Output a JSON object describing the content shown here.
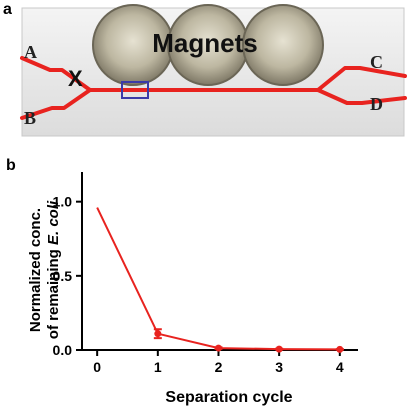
{
  "panel_a": {
    "label": "a",
    "magnets_label": "Magnets",
    "port_labels": {
      "A": "A",
      "B": "B",
      "C": "C",
      "D": "D",
      "X": "X"
    },
    "channel_color": "#e8231f",
    "roi_box_color": "#3a3aa8"
  },
  "panel_b": {
    "label": "b"
  },
  "chart_data": {
    "type": "line",
    "x": [
      0,
      1,
      2,
      3,
      4
    ],
    "series": [
      {
        "values": [
          0.96,
          0.11,
          0.013,
          0.006,
          0.004
        ],
        "error": [
          0,
          0.03,
          0.005,
          0.003,
          0.002
        ],
        "color": "#e8231f"
      }
    ],
    "xlabel": "Separation cycle",
    "ylabel_line1": "Normalized conc.",
    "ylabel_line2_prefix": "of remaining ",
    "ylabel_line2_italic": "E. coli",
    "xlim": [
      -0.25,
      4.3
    ],
    "ylim": [
      0,
      1.2
    ],
    "xticks": [
      "0",
      "1",
      "2",
      "3",
      "4"
    ],
    "yticks": [
      "0.0",
      "0.5",
      "1.0"
    ],
    "grid": false
  }
}
